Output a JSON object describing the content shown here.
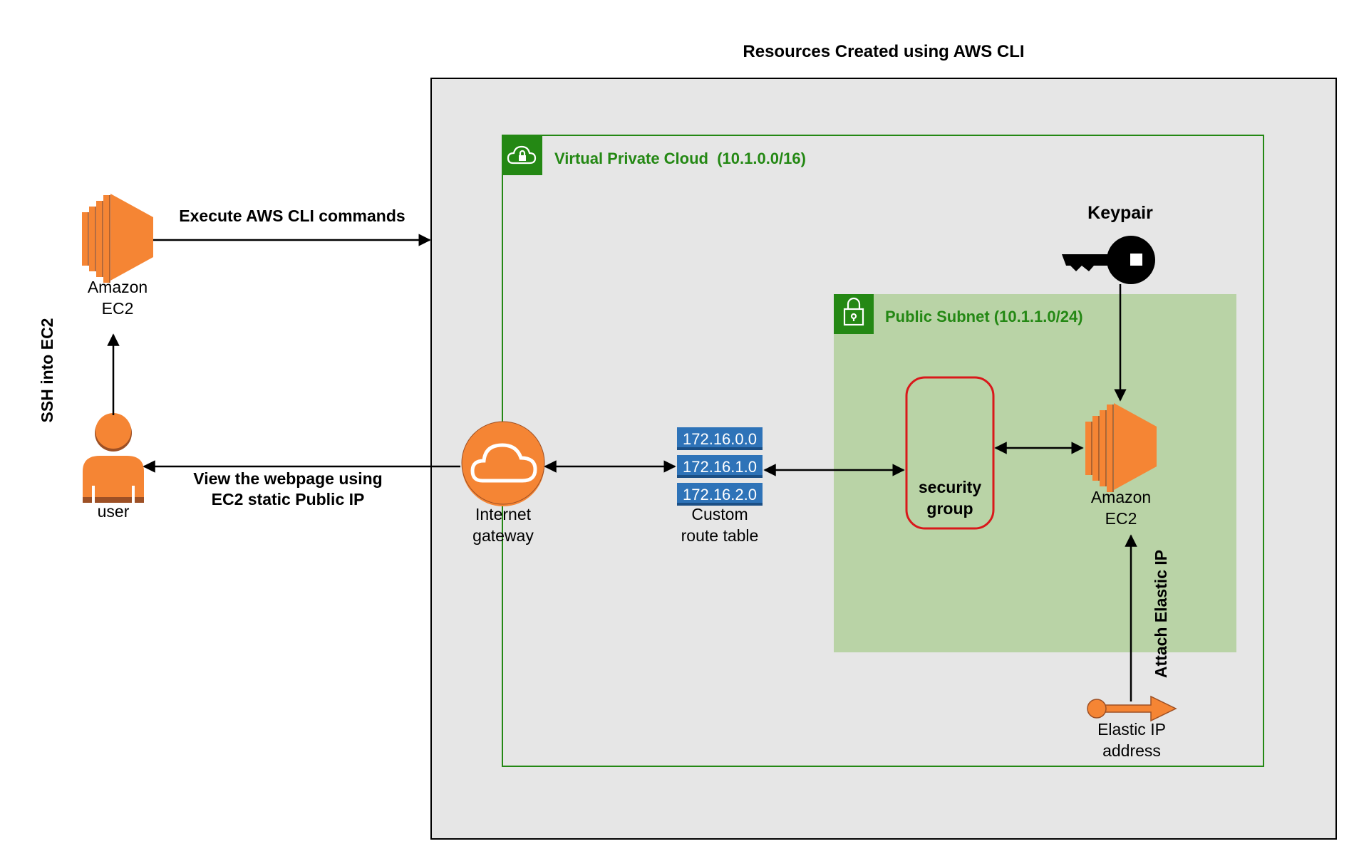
{
  "title": "Resources Created using AWS CLI",
  "vpc": {
    "label": "Virtual Private Cloud  (10.1.0.0/16)",
    "color": "#248814"
  },
  "subnet": {
    "label": "Public Subnet (10.1.1.0/24)",
    "color": "#248814",
    "fill": "#b9d3a6"
  },
  "keypair": {
    "label": "Keypair"
  },
  "ec2_left": {
    "line1": "Amazon",
    "line2": "EC2"
  },
  "ec2_right": {
    "line1": "Amazon",
    "line2": "EC2"
  },
  "user": {
    "label": "user"
  },
  "internet_gateway": {
    "line1": "Internet",
    "line2": "gateway"
  },
  "route_table": {
    "routes": [
      "172.16.0.0",
      "172.16.1.0",
      "172.16.2.0"
    ],
    "line1": "Custom",
    "line2": "route table"
  },
  "security_group": {
    "line1": "security",
    "line2": "group",
    "color": "#d9181b"
  },
  "elastic_ip": {
    "line1": "Elastic IP",
    "line2": "address"
  },
  "edges": {
    "execute_cli": "Execute AWS CLI commands",
    "ssh": "SSH into EC2",
    "view_line1": "View the webpage using",
    "view_line2": "EC2 static Public IP",
    "attach_eip": "Attach Elastic IP"
  },
  "colors": {
    "aws_orange": "#f58534",
    "aws_orange_dark": "#9d5025",
    "route_blue": "#2e73b8",
    "outer_fill": "#e6e6e6"
  }
}
